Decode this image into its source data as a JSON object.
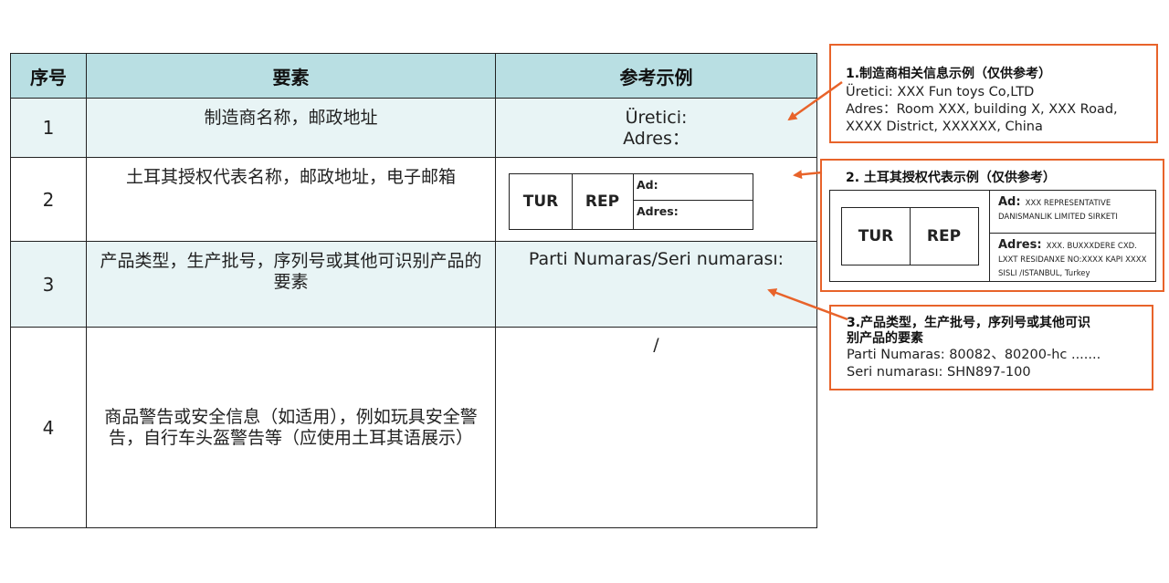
{
  "table": {
    "headers": [
      "序号",
      "要素",
      "参考示例"
    ],
    "rows": [
      {
        "num": "1",
        "element": "制造商名称，邮政地址",
        "example_lines": [
          "Üretici:",
          "Adres："
        ]
      },
      {
        "num": "2",
        "element": "土耳其授权代表名称，邮政地址，电子邮箱",
        "example": {
          "tur": "TUR",
          "rep": "REP",
          "ad": "Ad:",
          "adres": "Adres:"
        }
      },
      {
        "num": "3",
        "element": "产品类型，生产批号，序列号或其他可识别产品的要素",
        "example_lines": [
          "Parti Numaras/Seri numarası:"
        ]
      },
      {
        "num": "4",
        "element": "商品警告或安全信息（如适用），例如玩具安全警告，自行车头盔警告等（应使用土耳其语展示）",
        "example_lines": [
          "/"
        ]
      }
    ]
  },
  "callouts": {
    "c1": {
      "title": "1.制造商相关信息示例（仅供参考）",
      "lines": [
        "Üretici: XXX Fun toys Co,LTD",
        "Adres：Room XXX, building X, XXX Road,",
        "XXXX District, XXXXXX, China"
      ]
    },
    "c2": {
      "title": "2. 土耳其授权代表示例（仅供参考）",
      "tur": "TUR",
      "rep": "REP",
      "ad_label": "Ad:",
      "ad_value": "XXX REPRESENTATIVE DANISMANLIK LIMITED SIRKETI",
      "adres_label": "Adres:",
      "adres_value": "XXX. BUXXXDERE CXD. LXXT RESIDANXE NO:XXXX KAPI XXXX SISLI /ISTANBUL, Turkey"
    },
    "c3": {
      "title_line1": "3.产品类型，生产批号，序列号或其他可识",
      "title_line2": "别产品的要素",
      "lines": [
        "Parti Numaras: 80082、80200-hc .......",
        "Seri numarası:  SHN897-100"
      ]
    }
  },
  "colors": {
    "header_bg": "#b9dfe3",
    "row_tint": "#e8f4f5",
    "accent": "#e8632a",
    "border": "#222222"
  }
}
